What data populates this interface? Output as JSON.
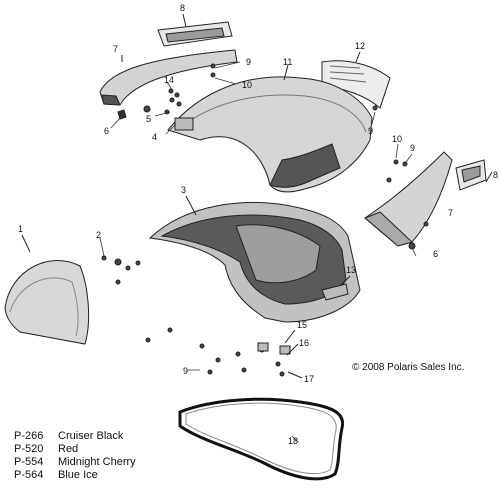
{
  "copyright": "© 2008 Polaris Sales Inc.",
  "callouts": {
    "c8_top": "8",
    "c7_left": "7",
    "c9_top": "9",
    "c10_top": "10",
    "c11": "11",
    "c12": "12",
    "c14": "14",
    "c5": "5",
    "c6_left": "6",
    "c4": "4",
    "c9_mid": "9",
    "c10_right": "10",
    "c9_right": "9",
    "c8_right": "8",
    "c7_right": "7",
    "c6_right": "6",
    "c3": "3",
    "c1": "1",
    "c2": "2",
    "c13": "13",
    "c15": "15",
    "c16": "16",
    "c9_bottom": "9",
    "c17": "17",
    "c18": "18"
  },
  "legend": [
    {
      "code": "P-266",
      "color": "Cruiser Black"
    },
    {
      "code": "P-520",
      "color": "Red"
    },
    {
      "code": "P-554",
      "color": "Midnight Cherry"
    },
    {
      "code": "P-564",
      "color": "Blue Ice"
    }
  ]
}
